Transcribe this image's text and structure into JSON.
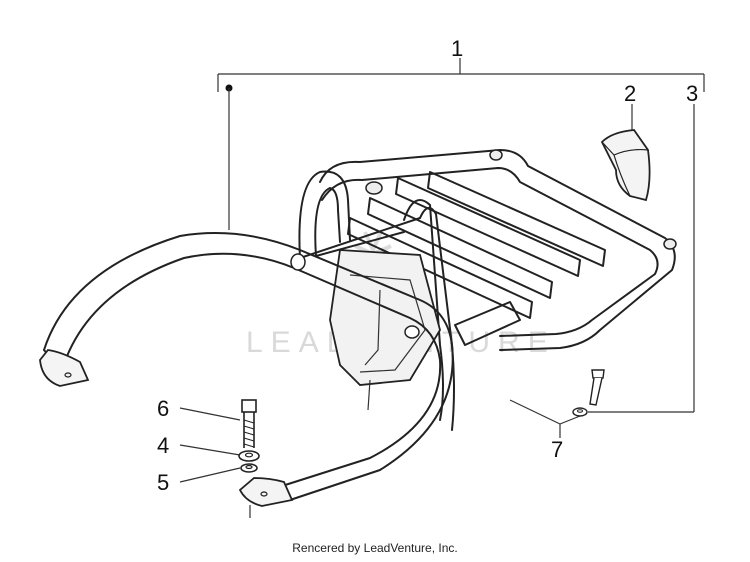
{
  "callouts": [
    {
      "id": "1",
      "label": "1"
    },
    {
      "id": "2",
      "label": "2"
    },
    {
      "id": "3",
      "label": "3"
    },
    {
      "id": "4",
      "label": "4"
    },
    {
      "id": "5",
      "label": "5"
    },
    {
      "id": "6",
      "label": "6"
    },
    {
      "id": "7",
      "label": "7"
    }
  ],
  "watermark": "LEADVENTURE",
  "credit": "Rencered by LeadVenture, Inc.",
  "colors": {
    "line": "#222222",
    "watermark": "#d9d9d9",
    "background": "#ffffff"
  }
}
